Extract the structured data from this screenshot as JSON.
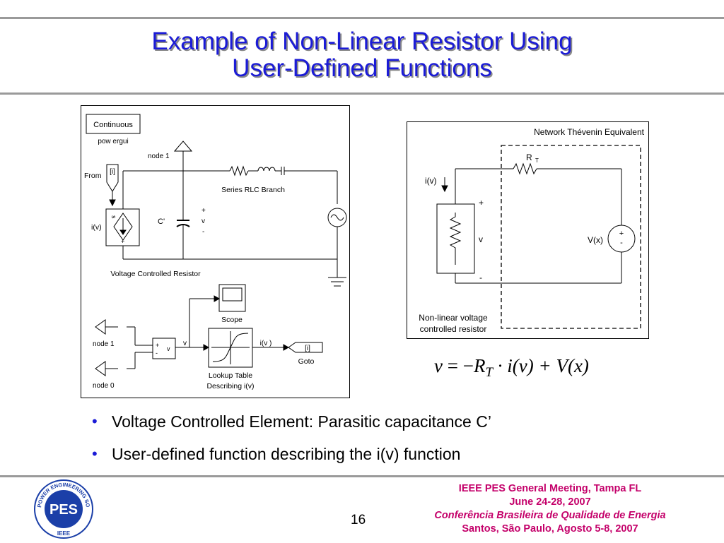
{
  "slide": {
    "title_line1": "Example of Non-Linear Resistor Using",
    "title_line2": "User-Defined Functions",
    "page_number": "16"
  },
  "simulink": {
    "powergui_block": "Continuous",
    "powergui_label": "pow ergui",
    "node1_top": "node 1",
    "from_label": "From",
    "from_tag": "[i]",
    "rlc_label": "Series RLC Branch",
    "cap_label": "C'",
    "v_plus": "+",
    "v_mid": "v",
    "v_minus": "-",
    "iv_label": "i(v)",
    "vcr_label": "Voltage Controlled Resistor",
    "scope_label": "Scope",
    "node1_bottom": "node 1",
    "node0_bottom": "node 0",
    "vm_plus": "+",
    "vm_minus": "-",
    "vm_v": "v",
    "sig_v": "v",
    "sig_iv": "i(v )",
    "goto_tag": "[i]",
    "goto_label": "Goto",
    "lut_label1": "Lookup Table",
    "lut_label2": "Describing i(v)"
  },
  "thevenin": {
    "title": "Network Thévenin Equivalent",
    "rt": "R",
    "rt_sub": "T",
    "iv": "i(v)",
    "plus": "+",
    "v": "v",
    "minus": "-",
    "vx": "V(x)",
    "src_plus": "+",
    "src_minus": "-",
    "nl_line1": "Non-linear voltage",
    "nl_line2": "controlled resistor"
  },
  "equation": {
    "lhs": "v",
    "eq_sign": " = −",
    "R": "R",
    "R_sub": "T",
    "rest": " · i(v) + V(x)"
  },
  "bullets": [
    "Voltage Controlled Element: Parasitic capacitance C’",
    "User-defined function describing the i(v) function"
  ],
  "footer": {
    "line1": "IEEE PES General Meeting, Tampa FL",
    "line2": "June 24-28, 2007",
    "line3": "Conferência Brasileira de Qualidade de Energia",
    "line4": "Santos, São Paulo,  Agosto 5-8, 2007"
  },
  "logo": {
    "ring_text": "POWER ENGINEERING SOCIETY",
    "center_text": "PES",
    "bottom_text": "IEEE"
  },
  "colors": {
    "title_blue": "#1b1bd6",
    "footer_magenta": "#c4006a",
    "rule_gray": "#9a9a9a"
  }
}
